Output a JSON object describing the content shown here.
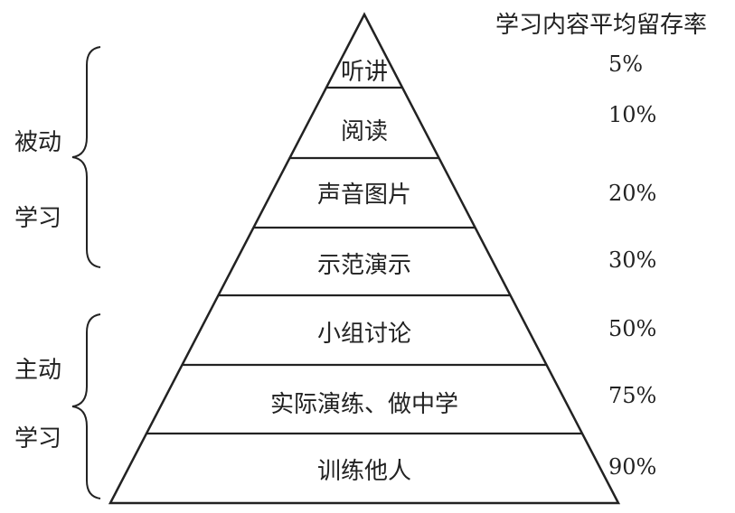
{
  "header": {
    "retention_title": "学习内容平均留存率"
  },
  "groups": {
    "passive": {
      "line1": "被动",
      "line2": "学习"
    },
    "active": {
      "line1": "主动",
      "line2": "学习"
    }
  },
  "layers": [
    {
      "label": "听讲",
      "retention": "5%"
    },
    {
      "label": "阅读",
      "retention": "10%"
    },
    {
      "label": "声音图片",
      "retention": "20%"
    },
    {
      "label": "示范演示",
      "retention": "30%"
    },
    {
      "label": "小组讨论",
      "retention": "50%"
    },
    {
      "label": "实际演练、做中学",
      "retention": "75%"
    },
    {
      "label": "训练他人",
      "retention": "90%"
    }
  ],
  "colors": {
    "line": "#222222",
    "background": "#ffffff"
  }
}
